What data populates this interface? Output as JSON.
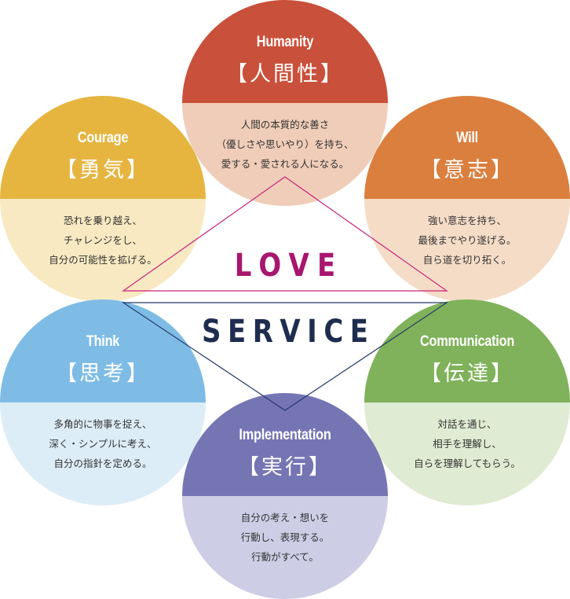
{
  "colors": {
    "love": "#A8166F",
    "service": "#1E2D4F",
    "love_triangle_stroke": "#C8237E",
    "service_triangle_stroke": "#253A66"
  },
  "center": {
    "love": "LOVE",
    "service": "SERVICE"
  },
  "values": [
    {
      "id": "humanity",
      "en": "Humanity",
      "jp": "【人間性】",
      "desc": [
        "人間の本質的な善さ",
        "（優しさや思いやり）を持ち、",
        "愛する・愛される人になる。"
      ],
      "top_color": "#C9503A",
      "bottom_color": "#F0CDB8"
    },
    {
      "id": "courage",
      "en": "Courage",
      "jp": "【勇気】",
      "desc": [
        "恐れを乗り越え、",
        "チャレンジをし、",
        "自分の可能性を拡げる。"
      ],
      "top_color": "#E5B540",
      "bottom_color": "#F8E9C2"
    },
    {
      "id": "will",
      "en": "Will",
      "jp": "【意志】",
      "desc": [
        "強い意志を持ち、",
        "最後までやり遂げる。",
        "自ら道を切り拓く。"
      ],
      "top_color": "#DB7F3F",
      "bottom_color": "#F5DCC6"
    },
    {
      "id": "think",
      "en": "Think",
      "jp": "【思考】",
      "desc": [
        "多角的に物事を捉え、",
        "深く・シンプルに考え、",
        "自分の指針を定める。"
      ],
      "top_color": "#7EBCE6",
      "bottom_color": "#DDEDF8"
    },
    {
      "id": "communication",
      "en": "Communication",
      "jp": "【伝達】",
      "desc": [
        "対話を通じ、",
        "相手を理解し、",
        "自らを理解してもらう。"
      ],
      "top_color": "#7FB25A",
      "bottom_color": "#DFEBD2"
    },
    {
      "id": "implementation",
      "en": "Implementation",
      "jp": "【実行】",
      "desc": [
        "自分の考え・想いを",
        "行動し、表現する。",
        "行動がすべて。"
      ],
      "top_color": "#7675B4",
      "bottom_color": "#CDCDE6"
    }
  ]
}
